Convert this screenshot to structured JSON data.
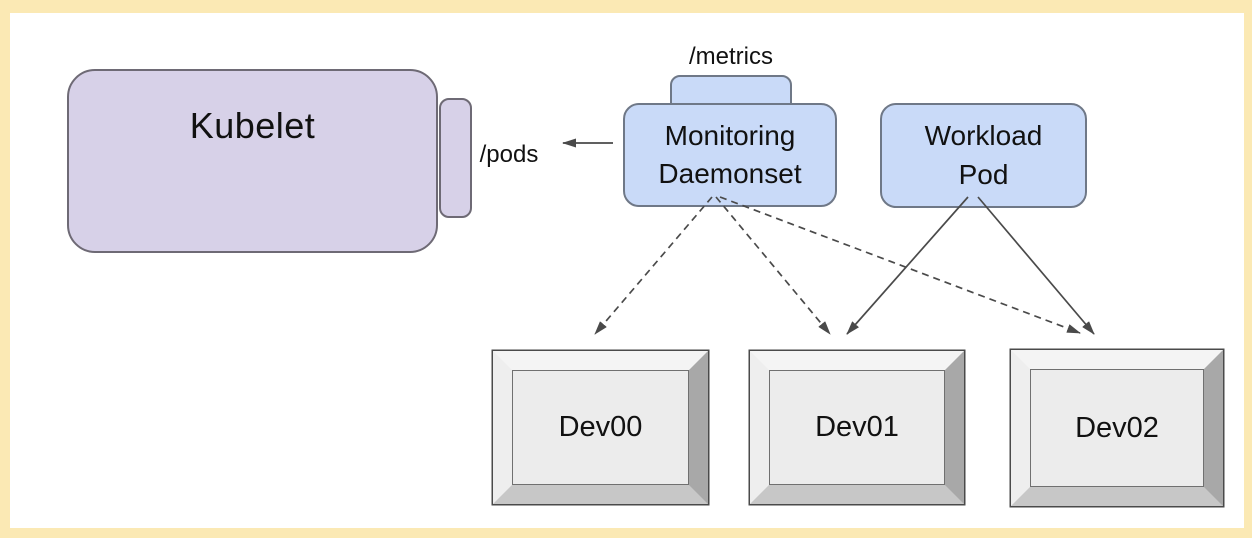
{
  "canvas": {
    "background": "#ffffff",
    "frame_color": "#fbe9b4"
  },
  "nodes": {
    "kubelet": {
      "label": "Kubelet",
      "fill": "#d7d1e8",
      "border": "#6e6a75"
    },
    "monitoring_daemonset": {
      "label": "Monitoring\nDaemonset",
      "fill": "#c9daf8",
      "border": "#6f7887"
    },
    "workload_pod": {
      "label": "Workload\nPod",
      "fill": "#c9daf8",
      "border": "#6f7887"
    },
    "dev00": {
      "label": "Dev00",
      "face_fill": "#ececec"
    },
    "dev01": {
      "label": "Dev01",
      "face_fill": "#ececec"
    },
    "dev02": {
      "label": "Dev02",
      "face_fill": "#ececec"
    }
  },
  "labels": {
    "pods_endpoint": "/pods",
    "metrics_endpoint": "/metrics"
  },
  "edges": [
    {
      "from": "monitoring_daemonset",
      "to": "kubelet",
      "style": "solid-arrow",
      "label": "/pods"
    },
    {
      "from": "monitoring_daemonset",
      "to": "dev00",
      "style": "dashed-arrow"
    },
    {
      "from": "monitoring_daemonset",
      "to": "dev01",
      "style": "dashed-arrow"
    },
    {
      "from": "monitoring_daemonset",
      "to": "dev02",
      "style": "dashed-arrow"
    },
    {
      "from": "workload_pod",
      "to": "dev01",
      "style": "solid-arrow"
    },
    {
      "from": "workload_pod",
      "to": "dev02",
      "style": "solid-arrow"
    }
  ],
  "colors": {
    "arrow": "#4a4a4a",
    "node_purple": "#d7d1e8",
    "node_blue": "#c9daf8",
    "device_face": "#ececec",
    "frame": "#fbe9b4"
  }
}
